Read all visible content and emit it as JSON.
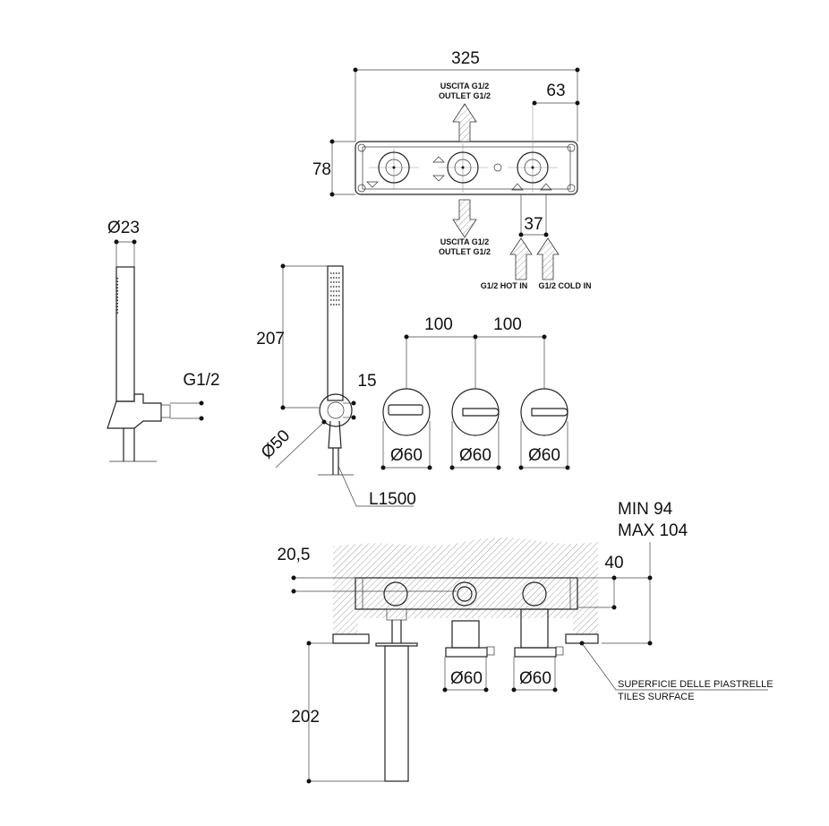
{
  "top_view": {
    "width_dim": "325",
    "offset_dim": "63",
    "height_dim": "78",
    "inlet_spacing_dim": "37",
    "outlet_top": [
      "USCITA G1/2",
      "OUTLET G1/2"
    ],
    "outlet_bottom": [
      "USCITA G1/2",
      "OUTLET G1/2"
    ],
    "hot_in": "G1/2 HOT IN",
    "cold_in": "G1/2 COLD IN"
  },
  "side_view": {
    "diameter_dim": "Ø23",
    "thread_dim": "G1/2"
  },
  "front_view": {
    "height_dim": "207",
    "offset_dim": "15",
    "holder_dim": "Ø50",
    "hose_length": "L1500",
    "spacing_1": "100",
    "spacing_2": "100",
    "knob_diameters": [
      "Ø60",
      "Ø60",
      "Ø60"
    ]
  },
  "section_view": {
    "min_depth": "MIN 94",
    "max_depth": "MAX 104",
    "dim_20_5": "20,5",
    "dim_40": "40",
    "spout_height": "202",
    "knob_diameters": [
      "Ø60",
      "Ø60"
    ],
    "tiles_label_it": "SUPERFICIE DELLE PIASTRELLE",
    "tiles_label_en": "TILES SURFACE"
  }
}
